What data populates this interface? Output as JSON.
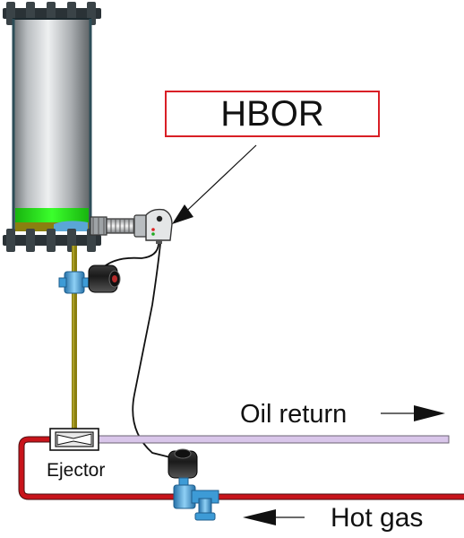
{
  "labels": {
    "hbor": "HBOR",
    "oil_return": "Oil return",
    "hot_gas": "Hot gas",
    "ejector": "Ejector"
  },
  "colors": {
    "callout_border": "#d91f26",
    "oil_return_pipe": "#d9c6ea",
    "hot_gas_pipe": "#c8141b",
    "oil_line": "#8a7f10",
    "oil_level": "#22e01a",
    "valve_body": "#3d9bd6",
    "flange": "#2a3236",
    "wire": "#111111"
  },
  "icons": {
    "receiver": "vertical-receiver-vessel",
    "sensor": "hbor-level-sensor",
    "solenoid_upper": "solenoid-valve-icon",
    "solenoid_lower": "solenoid-valve-icon",
    "ejector": "ejector-icon"
  }
}
